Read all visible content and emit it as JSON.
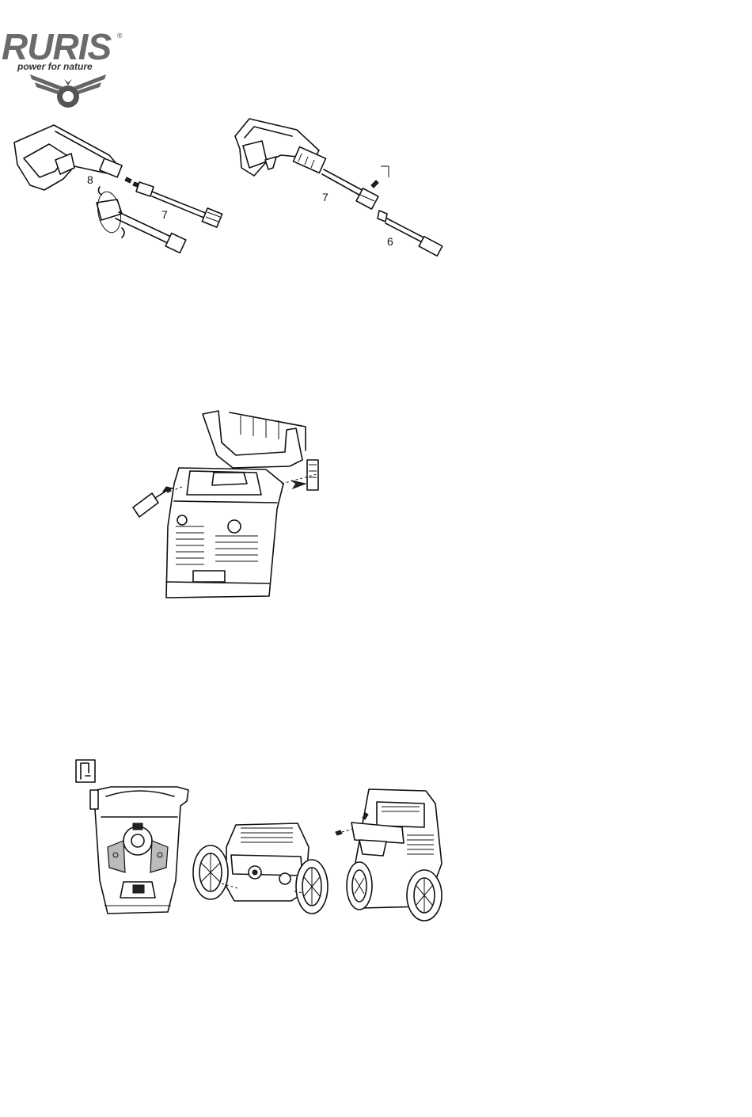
{
  "brand": {
    "name": "RURIS",
    "registered_mark": "®",
    "tagline": "power for nature"
  },
  "figure1": {
    "callouts": [
      "8",
      "7"
    ]
  },
  "figure2": {
    "callouts": [
      "7",
      "6"
    ]
  },
  "figure3": {},
  "figure4": {}
}
